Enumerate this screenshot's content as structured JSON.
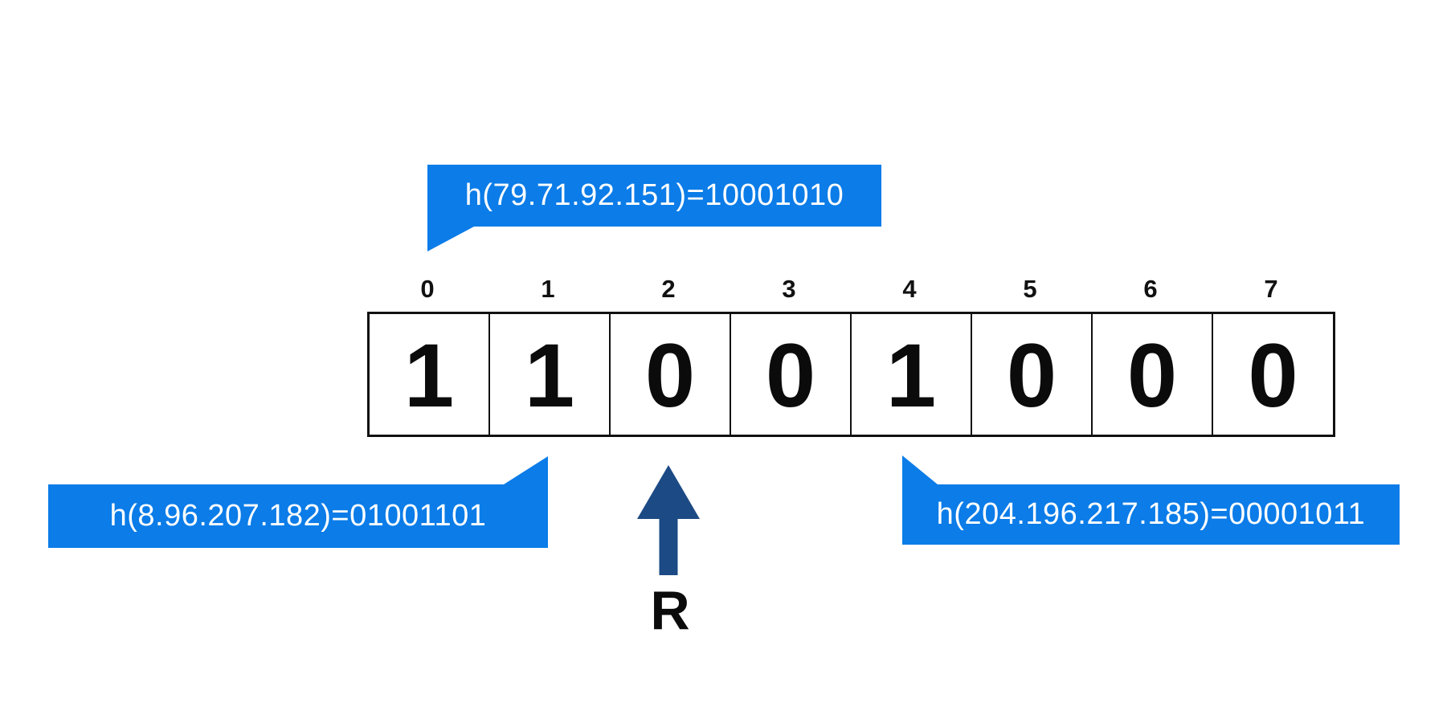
{
  "diagram": {
    "type": "flajolet-martin-bit-sketch",
    "background": "#ffffff"
  },
  "bit_array": {
    "cells": [
      {
        "index": "0",
        "bit": "1"
      },
      {
        "index": "1",
        "bit": "1"
      },
      {
        "index": "2",
        "bit": "0"
      },
      {
        "index": "3",
        "bit": "0"
      },
      {
        "index": "4",
        "bit": "1"
      },
      {
        "index": "5",
        "bit": "0"
      },
      {
        "index": "6",
        "bit": "0"
      },
      {
        "index": "7",
        "bit": "0"
      }
    ]
  },
  "callouts": {
    "top": {
      "text": "h(79.71.92.151)=10001010",
      "points_to_cell": "0"
    },
    "bottom_left": {
      "text": "h(8.96.207.182)=01001101",
      "points_to_cell": "1"
    },
    "bottom_right": {
      "text": "h(204.196.217.185)=00001011",
      "points_to_cell": "4"
    }
  },
  "pointer": {
    "label": "R",
    "points_to_cell": "2"
  },
  "colors": {
    "callout_blue": "#0b7ce8",
    "arrow_navy": "#1c4a85",
    "callout_text": "#ffffff",
    "ink": "#111111"
  }
}
